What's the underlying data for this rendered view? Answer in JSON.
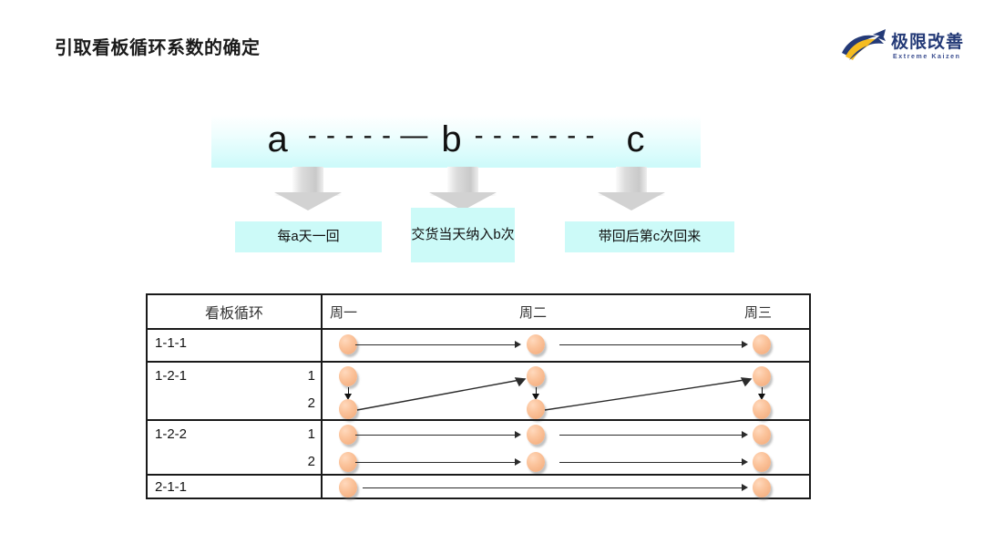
{
  "page": {
    "title": "引取看板循环系数的确定",
    "background": "#ffffff"
  },
  "logo": {
    "name_cn": "极限改善",
    "name_en": "Extreme Kaizen",
    "color_navy": "#243a77",
    "color_yellow": "#f5bc20"
  },
  "banner": {
    "var_a": "a",
    "dash_ab": "- - - - - —",
    "var_b": "b",
    "dash_bc": "- - - - - - -",
    "var_c": "c",
    "fill_top": "#ffffff",
    "fill_bottom": "#ccfafa"
  },
  "callouts": [
    {
      "id": "callout-every-a-days",
      "text": "每a天一回",
      "fill": "#ccfaf8"
    },
    {
      "id": "callout-deliver-b",
      "text": "交货当天纳入b次",
      "fill": "#ccfaf8"
    },
    {
      "id": "callout-return-c",
      "text": "带回后第c次回来",
      "fill": "#ccfaf8"
    }
  ],
  "table": {
    "header": {
      "cycle": "看板循环",
      "days": [
        "周一",
        "周二",
        "周三"
      ]
    },
    "rows": [
      {
        "cycle": "1-1-1",
        "subs": [
          ""
        ]
      },
      {
        "cycle": "1-2-1",
        "subs": [
          "1",
          "2"
        ]
      },
      {
        "cycle": "1-2-2",
        "subs": [
          "1",
          "2"
        ]
      },
      {
        "cycle": "2-1-1",
        "subs": [
          ""
        ]
      }
    ],
    "marker_color": "#f7b384",
    "line_color": "#2b2b2b",
    "border_color": "#1a1a1a"
  }
}
